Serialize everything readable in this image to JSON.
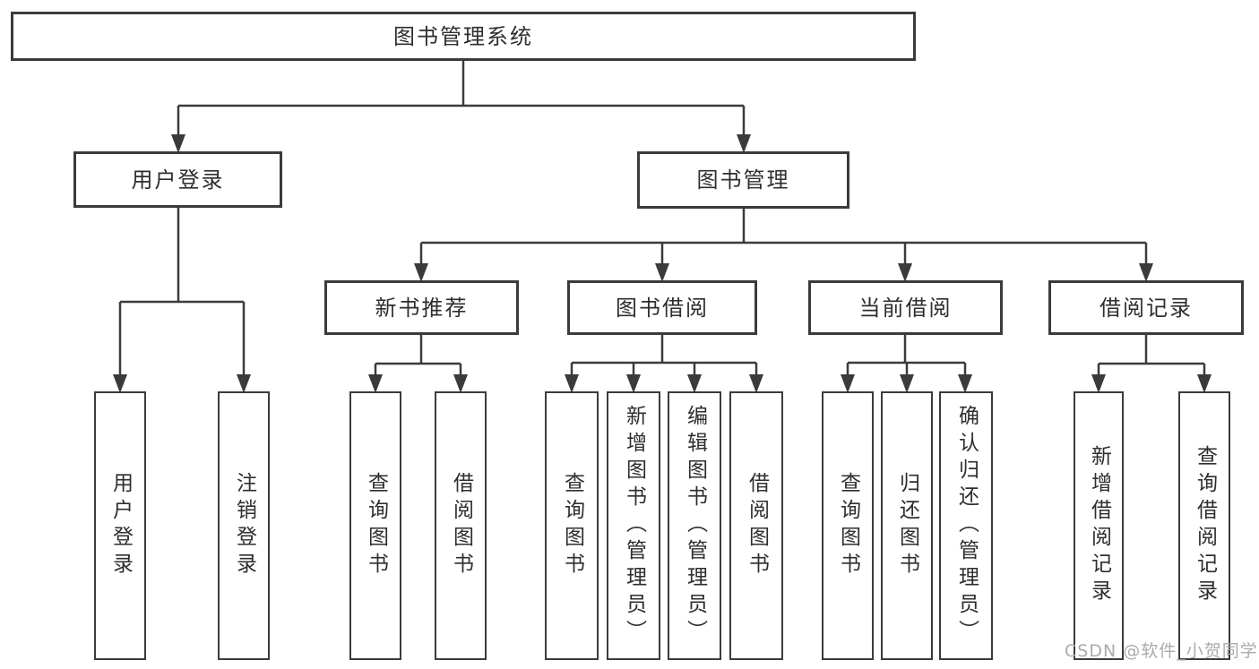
{
  "diagram_type": "tree-structure-diagram",
  "colors": {
    "line": "#3b3b3b",
    "box_border": "#3b3b3b",
    "text": "#2e2e2e",
    "watermark": "#ababab",
    "background": "#ffffff"
  },
  "watermark": {
    "text": "CSDN @软件_小贺同学"
  },
  "tree": {
    "root": {
      "label": "图书管理系统",
      "children": [
        {
          "label": "用户登录",
          "children": [
            {
              "label": "用户登录"
            },
            {
              "label": "注销登录"
            }
          ]
        },
        {
          "label": "图书管理",
          "children": [
            {
              "label": "新书推荐",
              "children": [
                {
                  "label": "查询图书"
                },
                {
                  "label": "借阅图书"
                }
              ]
            },
            {
              "label": "图书借阅",
              "children": [
                {
                  "label": "查询图书"
                },
                {
                  "label": "新增图书（管理员）"
                },
                {
                  "label": "编辑图书（管理员）"
                },
                {
                  "label": "借阅图书"
                }
              ]
            },
            {
              "label": "当前借阅",
              "children": [
                {
                  "label": "查询图书"
                },
                {
                  "label": "归还图书"
                },
                {
                  "label": "确认归还（管理员）"
                }
              ]
            },
            {
              "label": "借阅记录",
              "children": [
                {
                  "label": "新增借阅记录"
                },
                {
                  "label": "查询借阅记录"
                }
              ]
            }
          ]
        }
      ]
    }
  }
}
